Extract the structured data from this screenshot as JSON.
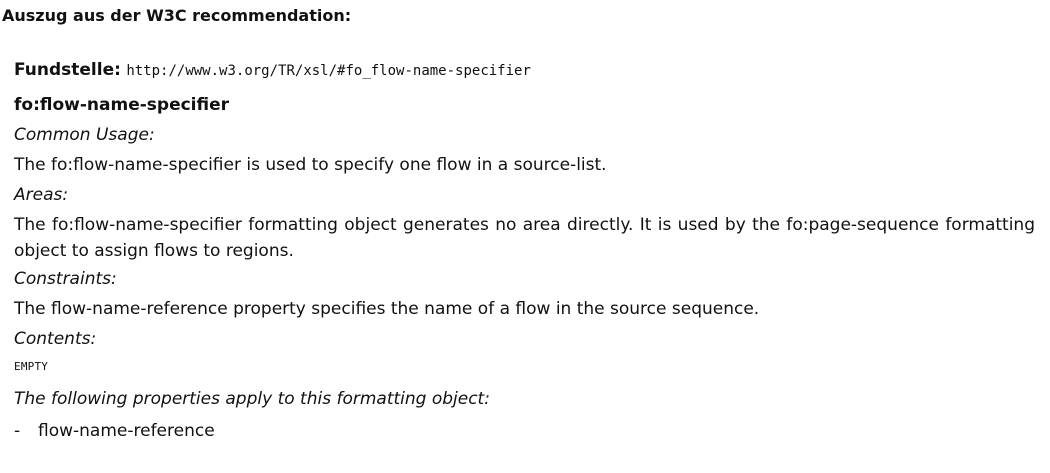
{
  "page": {
    "heading": "Auszug aus der W3C recommendation:",
    "source": {
      "label": "Fundstelle:",
      "url": "http://www.w3.org/TR/xsl/#fo_flow-name-specifier"
    },
    "element_title": "fo:flow-name-specifier",
    "sections": [
      {
        "label": "Common Usage:",
        "text": "The fo:flow-name-specifier is used to specify one flow in a source-list."
      },
      {
        "label": "Areas:",
        "text": "The fo:flow-name-specifier formatting object generates no area directly. It is used by the fo:page-sequence formatting object to assign flows to regions."
      },
      {
        "label": "Constraints:",
        "text": "The flow-name-reference property specifies the name of a flow in the source sequence."
      },
      {
        "label": "Contents:",
        "text": "EMPTY"
      }
    ],
    "properties_intro": "The following properties apply to this formatting object:",
    "properties": [
      {
        "bullet": "-",
        "name": "flow-name-reference"
      }
    ]
  }
}
